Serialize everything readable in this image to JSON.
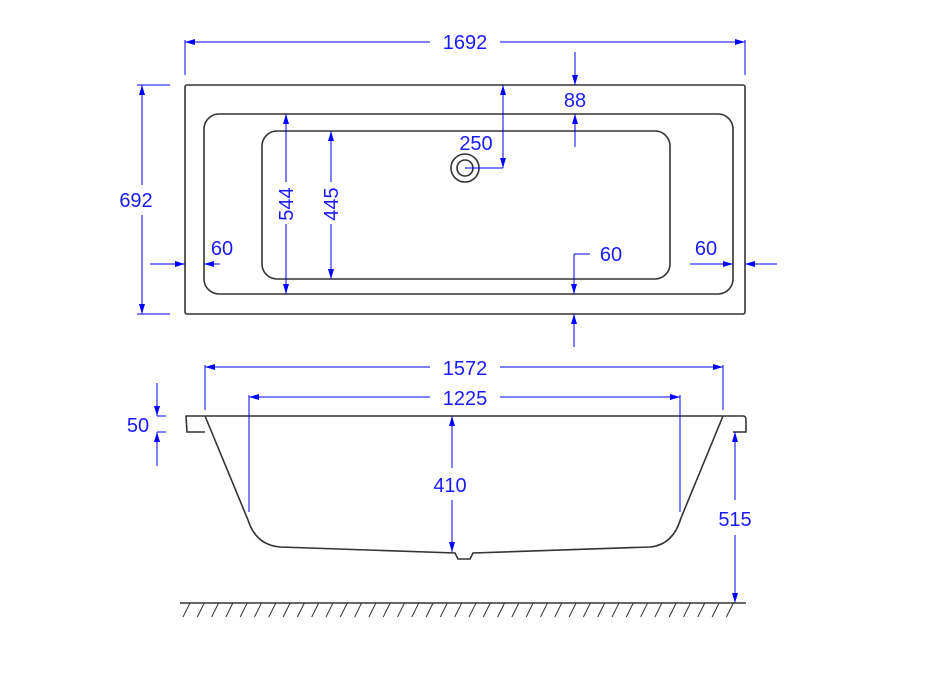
{
  "title": "Bathtub dimension drawing",
  "colors": {
    "dimension": "#0000ff",
    "outline": "#333333"
  },
  "top_view": {
    "overall_length": "1692",
    "overall_width": "692",
    "rim_top": "88",
    "drain_offset": "250",
    "inner_width_rim": "544",
    "inner_width_bottom": "445",
    "rim_left": "60",
    "rim_bottom": "60",
    "rim_right": "60"
  },
  "side_view": {
    "top_length": "1572",
    "bottom_length": "1225",
    "rim_thickness": "50",
    "depth": "410",
    "height": "515"
  }
}
